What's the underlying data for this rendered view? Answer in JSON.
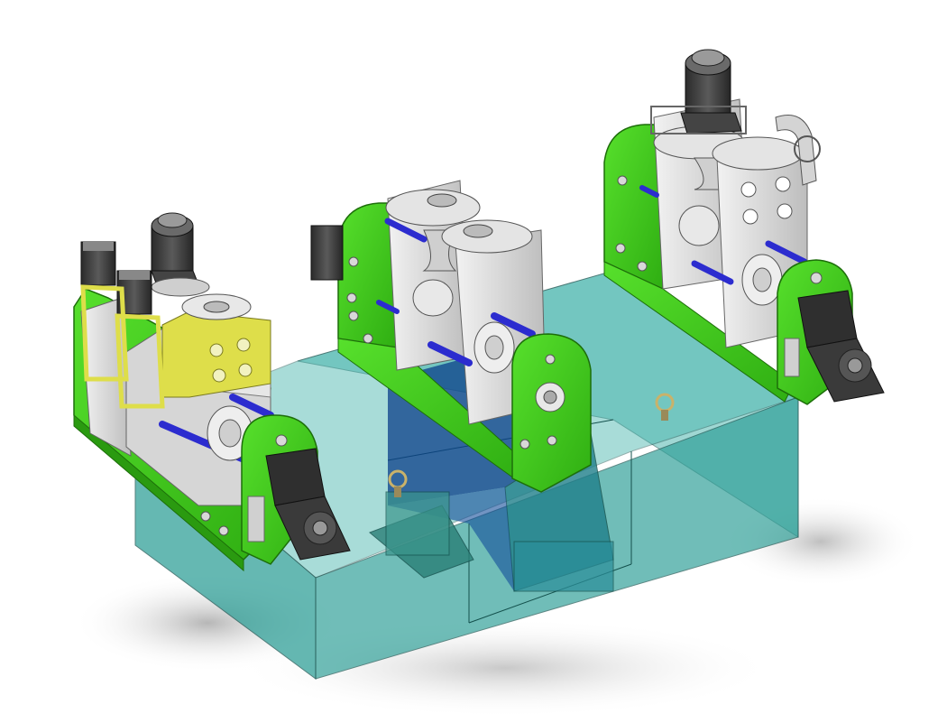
{
  "scene": {
    "colors": {
      "background": "#ffffff",
      "plate": "#3fd11c",
      "plate_dark": "#2a9a10",
      "plate_edge": "#1d6e0a",
      "tank": "#2ea59c",
      "tank_dark": "#1f7f78",
      "tank_edge": "#13504c",
      "block": "#e3e3e3",
      "block_dark": "#b9b9b9",
      "yellow_block": "#dede4a",
      "motor": "#3a3a3a",
      "motor_light": "#7a7a7a",
      "shaft": "#2c2ccf",
      "pump": "#0b3f8a",
      "shadow": "#cfcfcf"
    },
    "components": [
      "tank",
      "pump",
      "left-roller-station",
      "center-roller-station",
      "right-roller-station",
      "stepper-motor",
      "gear-motor",
      "lifting-eye-bolt"
    ]
  }
}
